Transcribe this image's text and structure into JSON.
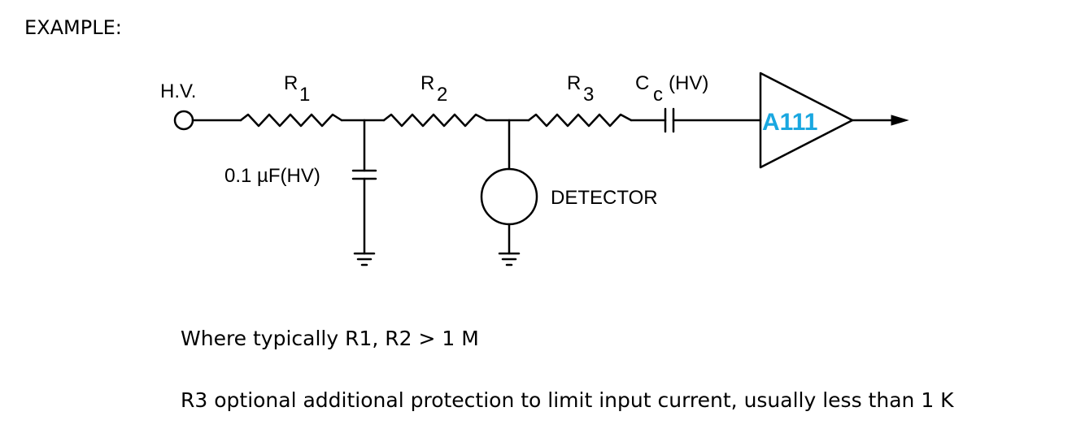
{
  "heading": "EXAMPLE:",
  "circuit": {
    "hv_label": "H.V.",
    "r1": {
      "letter": "R",
      "sub": "1"
    },
    "r2": {
      "letter": "R",
      "sub": "2"
    },
    "r3": {
      "letter": "R",
      "sub": "3"
    },
    "cc": {
      "letter": "C",
      "sub": "c",
      "suffix": "(HV)"
    },
    "cap_label": "0.1 µF(HV)",
    "detector_label": "DETECTOR",
    "amp_label": "A111",
    "amp_color": "#1aa7e0"
  },
  "notes": {
    "line1": "Where typically R1, R2 > 1 M",
    "line2": "R3 optional additional protection to limit input current, usually less than 1 K"
  }
}
